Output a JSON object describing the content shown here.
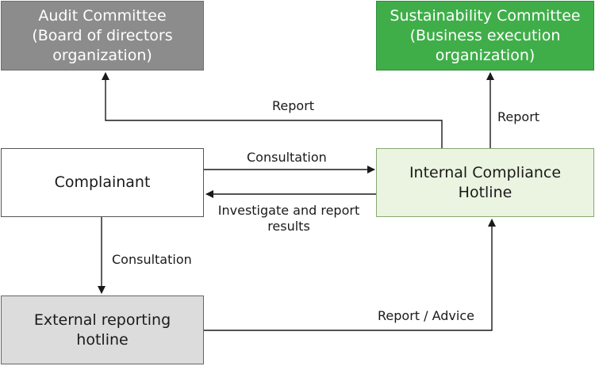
{
  "nodes": {
    "audit_committee": "Audit Committee\n(Board of directors\norganization)",
    "sustainability_committee": "Sustainability Committee\n(Business execution\norganization)",
    "complainant": "Complainant",
    "internal_hotline": "Internal Compliance\nHotline",
    "external_hotline": "External reporting\nhotline"
  },
  "edges": {
    "hotline_to_audit": "Report",
    "hotline_to_sustainability": "Report",
    "complainant_to_hotline": "Consultation",
    "hotline_to_complainant": "Investigate and report\nresults",
    "complainant_to_external": "Consultation",
    "external_to_hotline": "Report / Advice"
  },
  "colors": {
    "audit_fill": "#8c8c8c",
    "sustainability_fill": "#3fae49",
    "hotline_fill": "#eaf4e0",
    "external_fill": "#dcdcdc",
    "line": "#1a1a1a"
  }
}
